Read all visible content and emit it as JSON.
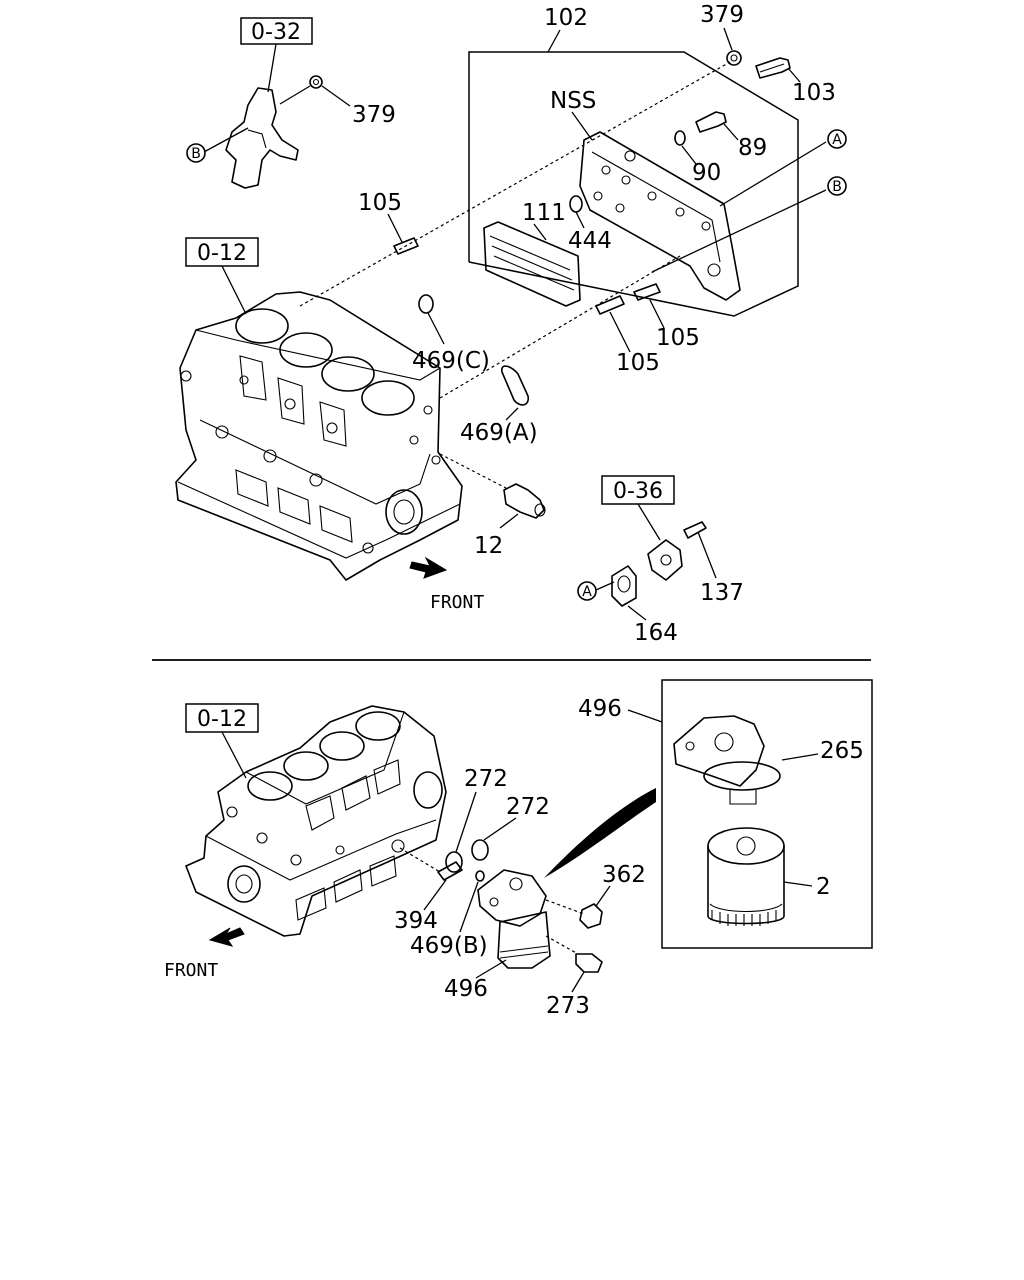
{
  "references": {
    "thermostat_ref": "0-32",
    "block_top_ref": "0-12",
    "gasket_ref": "0-36",
    "block_bottom_ref": "0-12"
  },
  "callouts": {
    "c379_top": "379",
    "c102": "102",
    "c379_bolt": "379",
    "c103": "103",
    "c89": "89",
    "c90": "90",
    "nss": "NSS",
    "c111": "111",
    "c444": "444",
    "c105_top": "105",
    "c105_right": "105",
    "c105_mid": "105",
    "c469c": "469(C)",
    "c469a": "469(A)",
    "c12": "12",
    "c137": "137",
    "c164": "164",
    "c496_top": "496",
    "c265": "265",
    "c2": "2",
    "c272_a": "272",
    "c272_b": "272",
    "c362": "362",
    "c394": "394",
    "c469b": "469(B)",
    "c496_bottom": "496",
    "c273": "273"
  },
  "markers": {
    "a": "A",
    "b": "B"
  },
  "front_labels": {
    "top": "FRONT",
    "bottom": "FRONT"
  }
}
